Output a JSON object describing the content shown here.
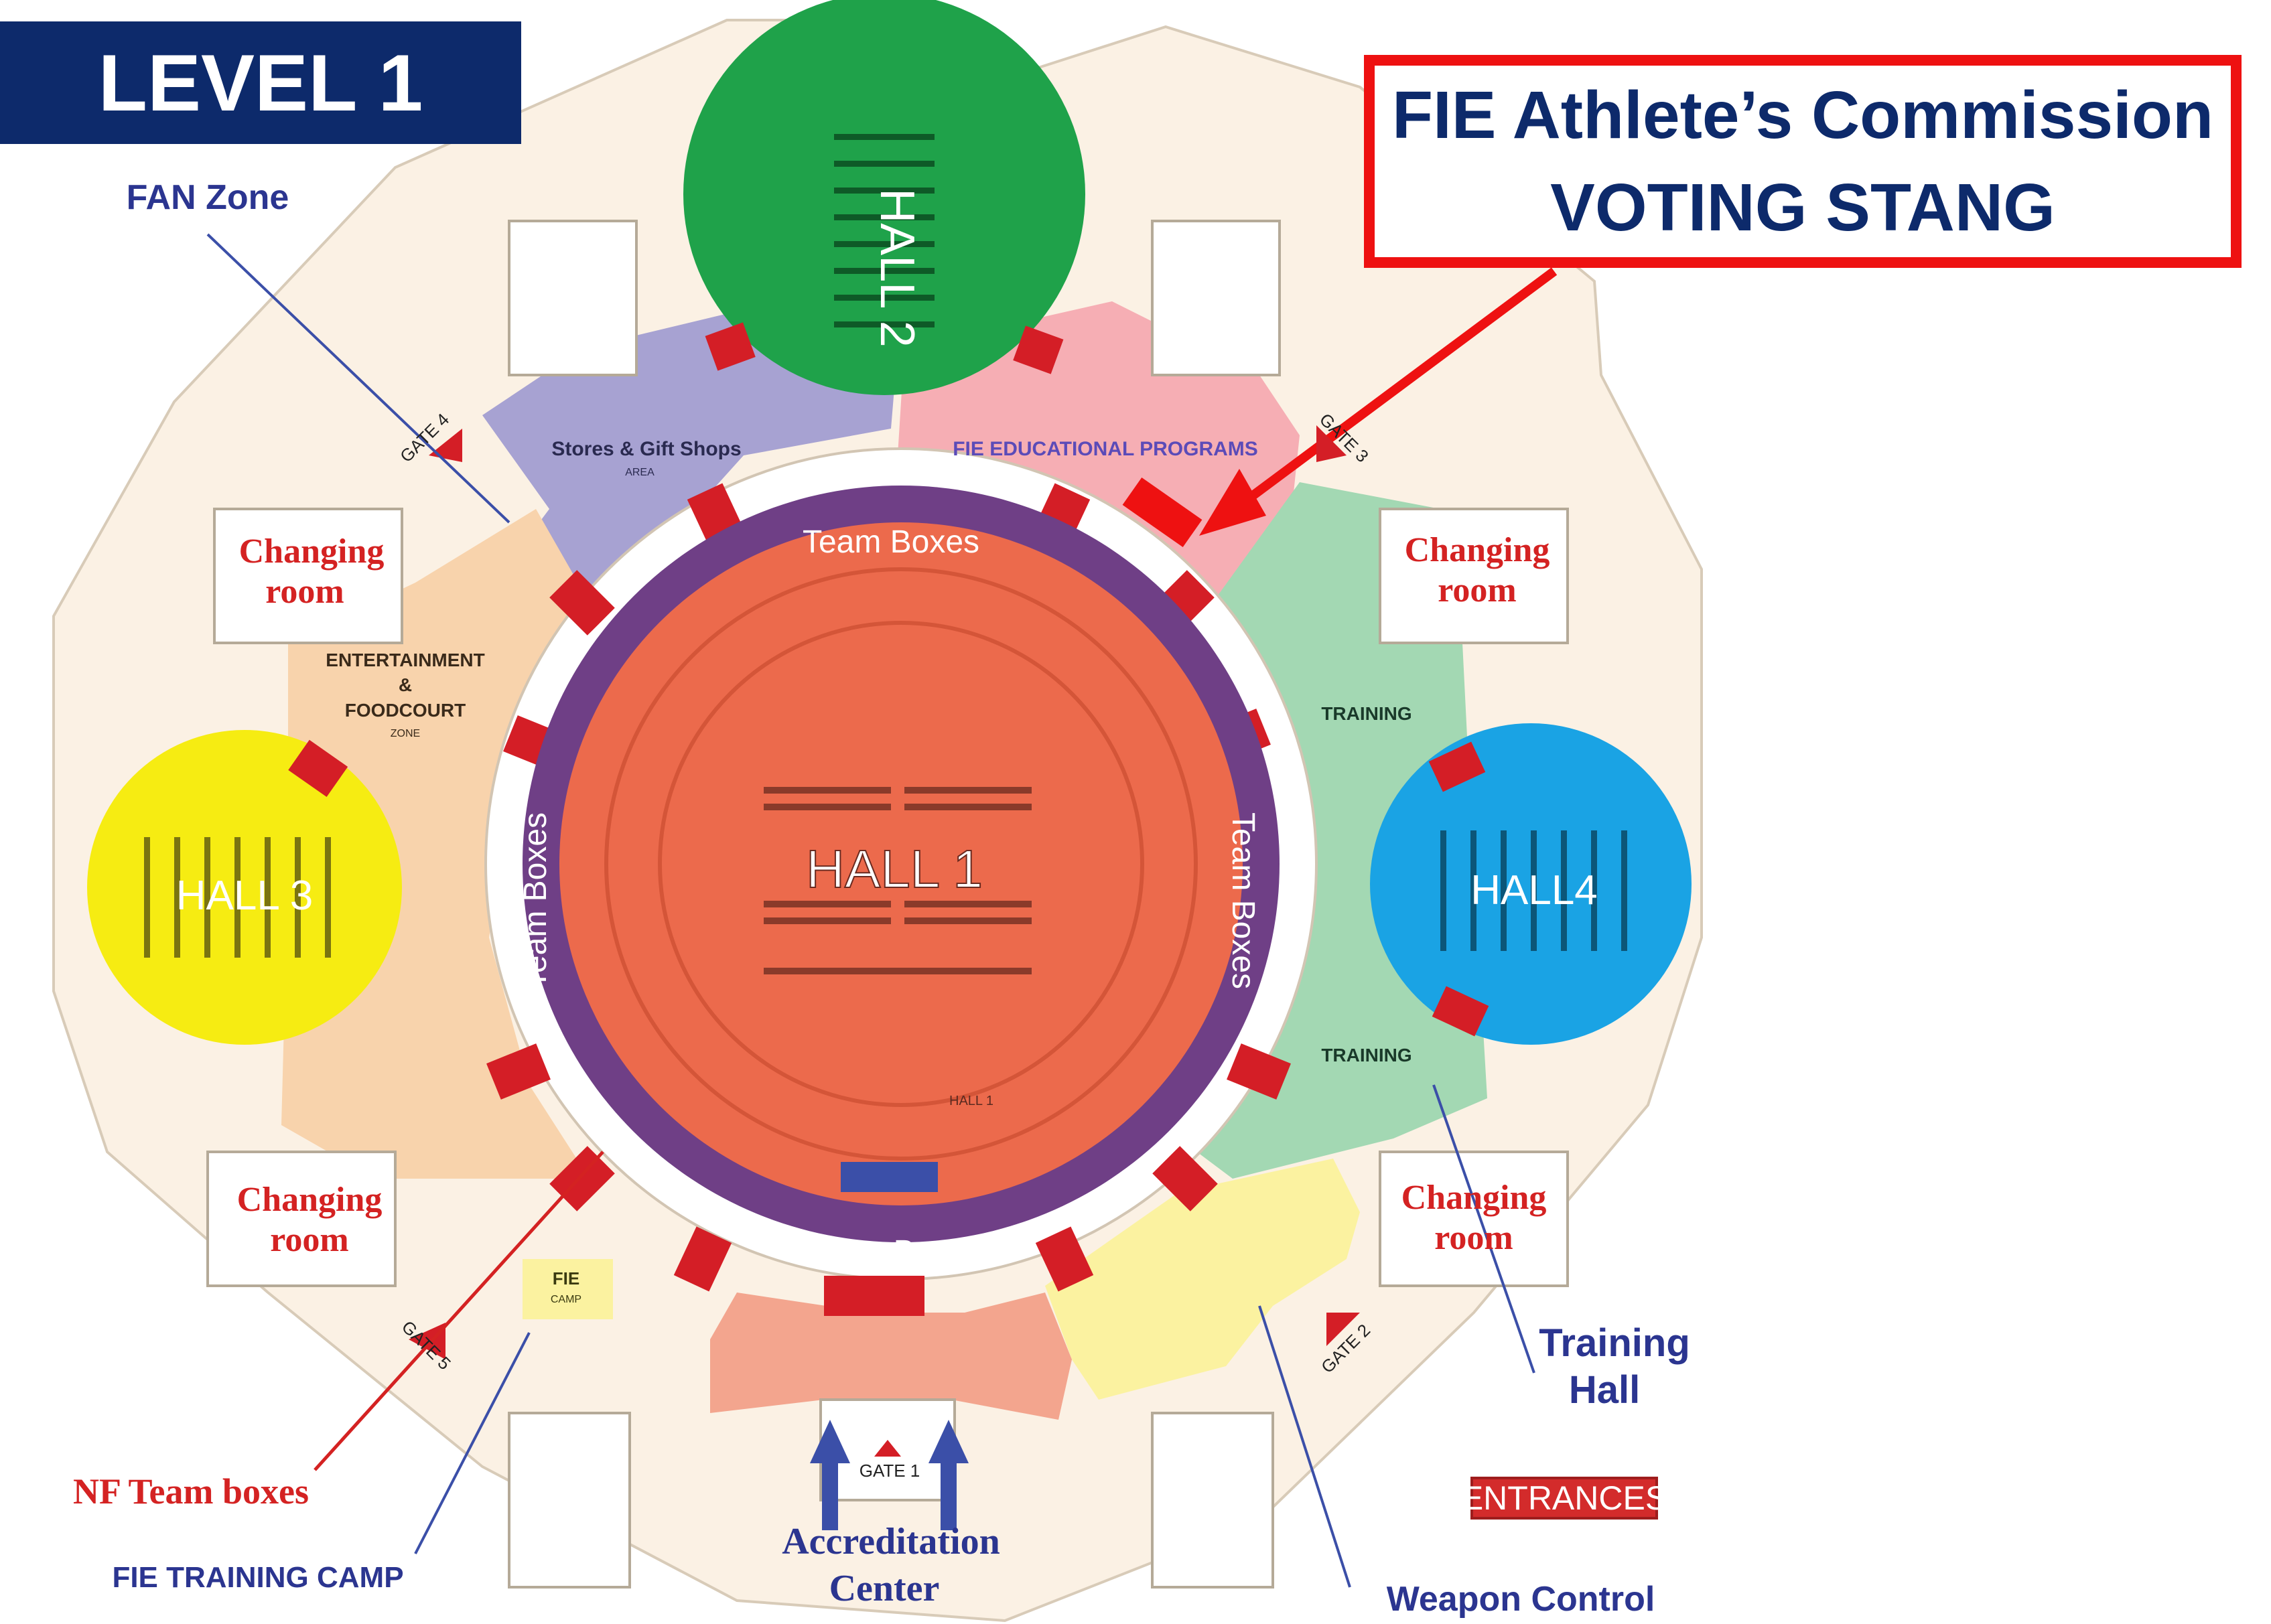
{
  "level_label": "LEVEL 1",
  "voting_box": {
    "line1": "FIE Athlete’s Commission",
    "line2": "VOTING STANG"
  },
  "halls": {
    "hall1": "HALL 1",
    "hall2": "HALL 2",
    "hall3": "HALL 3",
    "hall4": "HALL4",
    "hall1_small": "HALL 1"
  },
  "team_boxes": {
    "top": "Team Boxes",
    "bottom": "Team Boxes",
    "left": "Team Boxes",
    "right": "Team Boxes"
  },
  "changing_room": {
    "line1": "Changing",
    "line2": "room"
  },
  "zones": {
    "stores_gift": "Stores & Gift Shops",
    "stores_sub": "AREA",
    "fie_edu": "FIE EDUCATIONAL PROGRAMS",
    "ent_line1": "ENTERTAINMENT",
    "ent_line2": "&",
    "ent_line3": "FOODCOURT",
    "ent_sub": "ZONE",
    "training_top": "TRAINING",
    "training_bottom": "TRAINING",
    "fie_camp_line1": "FIE",
    "fie_camp_line2": "CAMP"
  },
  "gates": {
    "gate1": "GATE 1",
    "gate2": "GATE 2",
    "gate3": "GATE 3",
    "gate4": "GATE 4",
    "gate5": "GATE 5"
  },
  "callouts": {
    "fan_zone": "FAN Zone",
    "nf_team_boxes": "NF Team boxes",
    "fie_training_camp": "FIE TRAINING CAMP",
    "accreditation_line1": "Accreditation",
    "accreditation_line2": "Center",
    "weapon_control": "Weapon Control",
    "training_hall_line1": "Training",
    "training_hall_line2": "Hall",
    "entrances": "ENTRANCES"
  },
  "colors": {
    "hall1": "#ec6a4c",
    "hall2": "#1fa24a",
    "hall3": "#f6ec12",
    "hall4": "#1aa3e4",
    "ring": "#6f3f86",
    "stores_zone": "#a7a2d2",
    "fie_edu_zone": "#f6aeb4",
    "training_zone": "#a3d8b3",
    "foodcourt_zone": "#f8d3ac",
    "weapon_zone": "#fbf2a0",
    "accreditation_zone": "#f3a58e",
    "label_red": "#d42222",
    "label_navy": "#2b3590",
    "accent_red": "#ee1111"
  }
}
